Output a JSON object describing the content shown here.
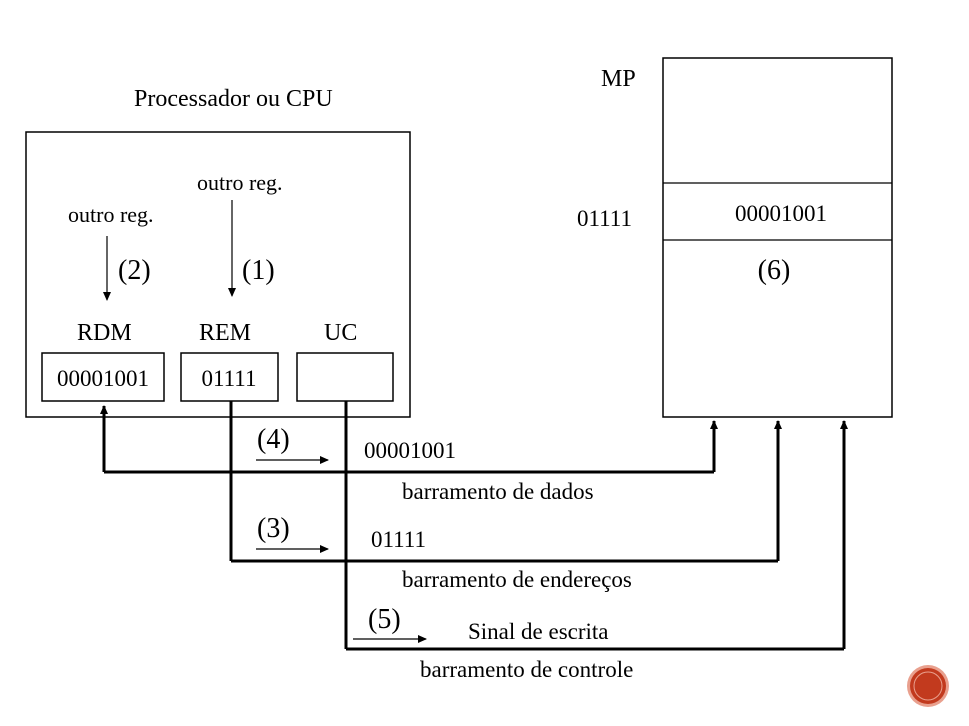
{
  "cpu": {
    "title": "Processador ou CPU",
    "other_reg_left": "outro reg.",
    "other_reg_right": "outro reg.",
    "step_2": "(2)",
    "step_1": "(1)",
    "rdm_label": "RDM",
    "rem_label": "REM",
    "uc_label": "UC",
    "rdm_value": "00001001",
    "rem_value": "01111",
    "uc_value": ""
  },
  "mp": {
    "title": "MP",
    "address": "01111",
    "cell_value": "00001001",
    "step_6": "(6)"
  },
  "buses": {
    "data": {
      "step": "(4)",
      "value": "00001001",
      "label": "barramento de dados"
    },
    "address": {
      "step": "(3)",
      "value": "01111",
      "label": "barramento de endereços"
    },
    "control": {
      "step": "(5)",
      "value": "Sinal de escrita",
      "label": "barramento de controle"
    }
  },
  "colors": {
    "lines": "#000000",
    "nav_button_fill": "#c23a1e",
    "nav_button_ring": "#e9a08e"
  },
  "icons": {
    "nav_button": "red-circle-button-icon"
  }
}
